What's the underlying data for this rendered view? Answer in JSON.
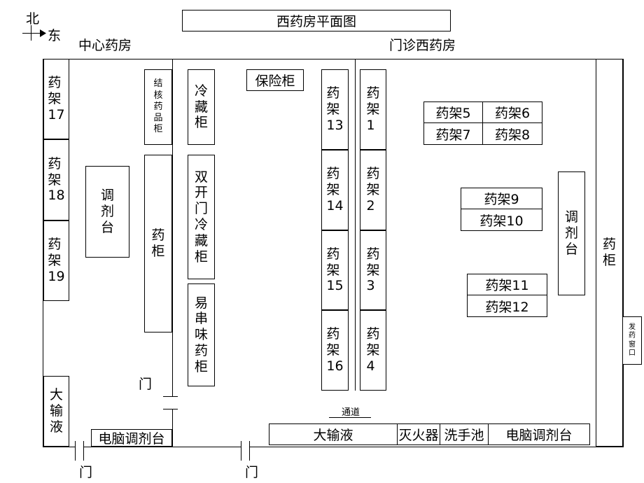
{
  "title": "西药房平面图",
  "compass": {
    "north": "北",
    "east": "东"
  },
  "areas": {
    "center": "中心药房",
    "outpatient": "门诊西药房"
  },
  "west_racks": [
    {
      "label": "药\n架\n17"
    },
    {
      "label": "药\n架\n18"
    },
    {
      "label": "药\n架\n19"
    }
  ],
  "center_fixtures": {
    "tb_cabinet": "结\n核\n药\n品\n柜",
    "dispensing_table": "调\n剂\n台",
    "medicine_cabinet": "药\n柜",
    "fridge": "冷\n藏\n柜",
    "double_fridge": "双\n开\n门\n冷\n藏\n柜",
    "odor_cabinet": "易\n串\n味\n药\n柜",
    "big_infusion": "大\n输\n液",
    "computer_table": "电脑调剂台",
    "inner_door": "门"
  },
  "safe": "保险柜",
  "left_column_racks": [
    {
      "label": "药\n架\n13"
    },
    {
      "label": "药\n架\n14"
    },
    {
      "label": "药\n架\n15"
    },
    {
      "label": "药\n架\n16"
    }
  ],
  "right_column_racks": [
    {
      "label": "药\n架\n1"
    },
    {
      "label": "药\n架\n2"
    },
    {
      "label": "药\n架\n3"
    },
    {
      "label": "药\n架\n4"
    }
  ],
  "rack_grid": [
    "药架5",
    "药架6",
    "药架7",
    "药架8"
  ],
  "rack_pair_a": [
    "药架9",
    "药架10"
  ],
  "rack_pair_b": [
    "药架11",
    "药架12"
  ],
  "east_dispensing_table": "调\n剂\n台",
  "east_cabinet": "药\n柜",
  "window": "发\n药\n窗\n口",
  "passage": "通道",
  "bottom_row": [
    "大输液",
    "灭火器",
    "洗手池",
    "电脑调剂台"
  ],
  "doors": [
    "门",
    "门"
  ]
}
